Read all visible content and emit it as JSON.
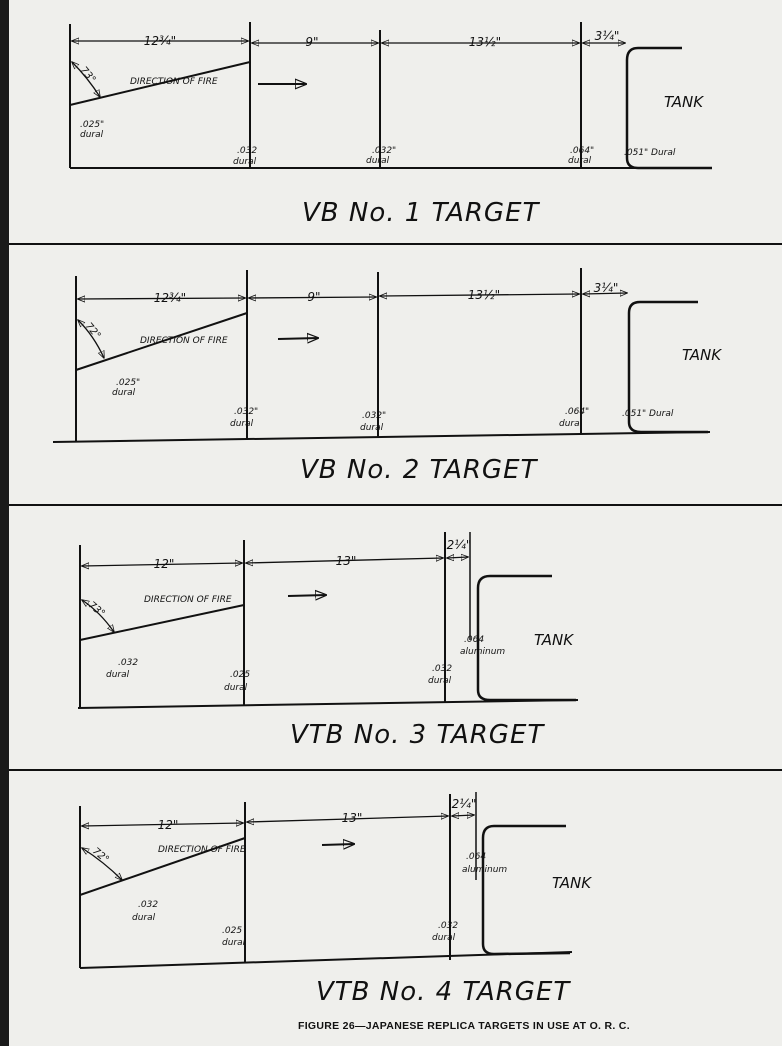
{
  "colors": {
    "paper": "#efefec",
    "ink": "#111111",
    "binding": "#1a1a1a"
  },
  "panels": [
    {
      "title": "VB No. 1 TARGET",
      "dims": [
        "12¾\"",
        "9\"",
        "13½\"",
        "3¼\""
      ],
      "angle": "73°",
      "direction": "DIRECTION OF FIRE",
      "labels": {
        "p0_val": ".025\"",
        "p0_mat": "dural",
        "p1_val": ".032",
        "p1_mat": "dural",
        "p2_val": ".032\"",
        "p2_mat": "dural",
        "p3_val": ".064\"",
        "p3_mat": "dural",
        "tank_plate": ".051\" Dural",
        "tank": "TANK"
      }
    },
    {
      "title": "VB No. 2 TARGET",
      "dims": [
        "12¾\"",
        "9\"",
        "13½\"",
        "3¼\""
      ],
      "angle": "72°",
      "direction": "DIRECTION OF FIRE",
      "labels": {
        "p0_val": ".025\"",
        "p0_mat": "dural",
        "p1_val": ".032\"",
        "p1_mat": "dural",
        "p2_val": ".032\"",
        "p2_mat": "dural",
        "p3_val": ".064\"",
        "p3_mat": "dural",
        "tank_plate": ".051\" Dural",
        "tank": "TANK"
      }
    },
    {
      "title": "VTB No. 3 TARGET",
      "dims": [
        "12\"",
        "13\"",
        "2¼\""
      ],
      "angle": "73°",
      "direction": "DIRECTION OF FIRE",
      "labels": {
        "p0_val": ".032",
        "p0_mat": "dural",
        "p1_val": ".025",
        "p1_mat": "dural",
        "p2_val": ".032",
        "p2_mat": "dural",
        "al_val": ".064",
        "al_mat": "aluminum",
        "tank": "TANK"
      }
    },
    {
      "title": "VTB No. 4 TARGET",
      "dims": [
        "12\"",
        "13\"",
        "2¼\""
      ],
      "angle": "72°",
      "direction": "DIRECTION OF FIRE",
      "labels": {
        "p0_val": ".032",
        "p0_mat": "dural",
        "p1_val": ".025",
        "p1_mat": "dural",
        "p2_val": ".032",
        "p2_mat": "dural",
        "al_val": ".064",
        "al_mat": "aluminum",
        "tank": "TANK"
      }
    }
  ],
  "caption": "FIGURE 26—JAPANESE REPLICA TARGETS IN USE AT O. R. C."
}
